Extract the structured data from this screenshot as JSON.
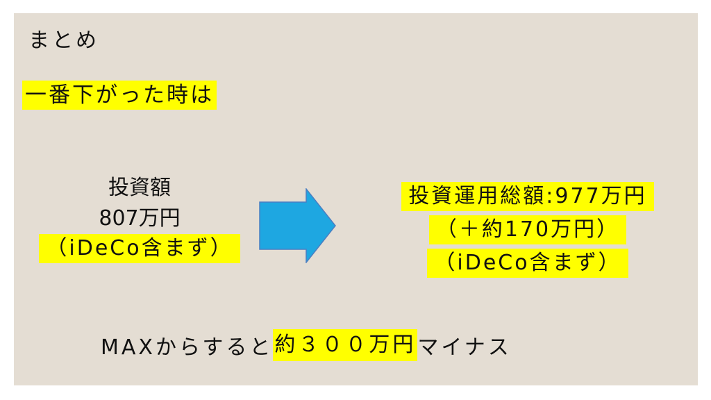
{
  "slide": {
    "background_color": "#e4ddd3",
    "highlight_color": "#ffff00",
    "arrow_color": "#1ea7e1",
    "heading": "まとめ",
    "subheading": "一番下がった時は",
    "left": {
      "line1": "投資額",
      "line2": "807万円",
      "line3": "（iDeCo含まず）"
    },
    "right": {
      "line1": "投資運用総額:977万円",
      "line2": "（＋約170万円）",
      "line3": "（iDeCo含まず）"
    },
    "arrow_icon": "right-arrow-icon",
    "bottom": {
      "prefix": "MAXからすると",
      "highlight": "約３００万円",
      "suffix": "マイナス"
    }
  }
}
